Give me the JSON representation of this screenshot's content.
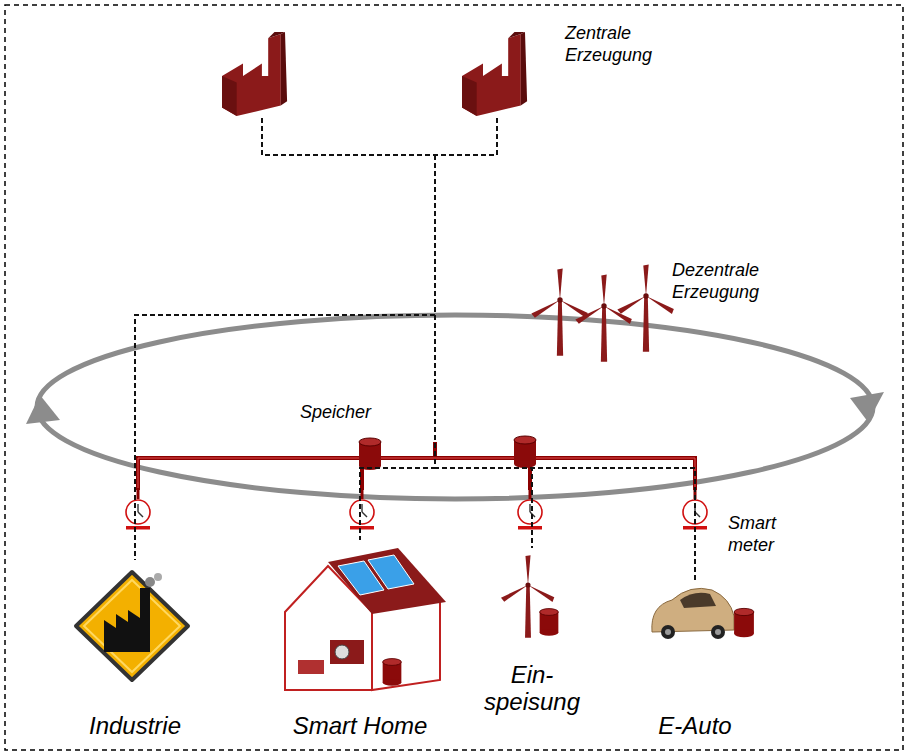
{
  "diagram": {
    "nodes": [
      {
        "text": [
          "Zentrale Erzeugung"
        ]
      },
      {
        "text": [
          "Dezentrale Erzeugung"
        ]
      },
      {
        "text": [
          "Industrie"
        ]
      },
      {
        "text": [
          "Smart Home"
        ]
      },
      {
        "text": [
          "Ein- speisung"
        ]
      },
      {
        "text": [
          "E-Auto"
        ]
      }
    ],
    "edges": [
      {
        "from": 0,
        "to": 2,
        "arrow": "none"
      },
      {
        "from": 0,
        "to": 3,
        "arrow": "none"
      },
      {
        "from": 0,
        "to": 4,
        "arrow": "none"
      },
      {
        "from": 0,
        "to": 5,
        "arrow": "none"
      }
    ],
    "labels": [
      "Speicher",
      "Smart meter"
    ]
  }
}
